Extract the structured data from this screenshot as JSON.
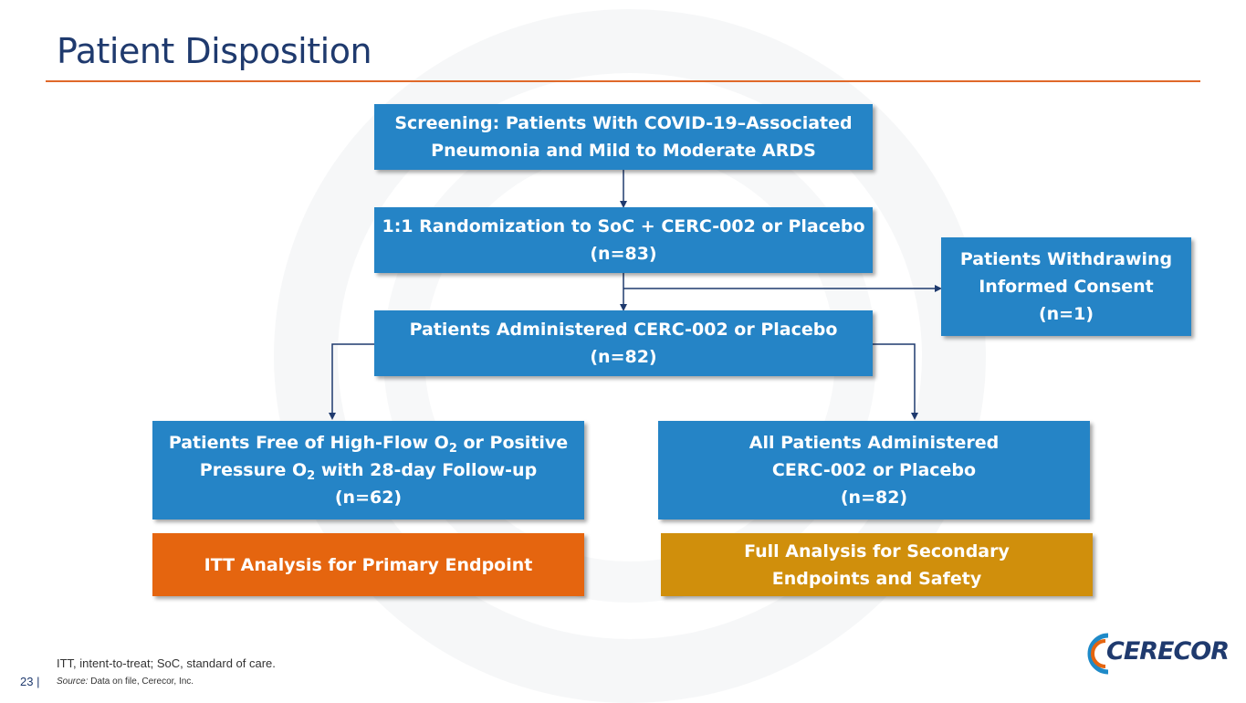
{
  "title": "Patient Disposition",
  "boxes": {
    "screening": [
      "Screening: Patients With COVID-19–Associated",
      "Pneumonia and Mild to Moderate ARDS"
    ],
    "randomization": [
      "1:1 Randomization to SoC + CERC-002 or Placebo",
      "(n=83)"
    ],
    "withdrawing": [
      "Patients Withdrawing",
      "Informed Consent",
      "(n=1)"
    ],
    "administered": [
      "Patients Administered CERC-002 or Placebo",
      "(n=82)"
    ],
    "free_of_high_flow": {
      "line1_pre": "Patients Free of High-Flow O",
      "line1_sub": "2",
      "line1_post": " or Positive",
      "line2_pre": "Pressure O",
      "line2_sub": "2",
      "line2_post": " with 28-day Follow-up",
      "line3": "(n=62)"
    },
    "all_administered": [
      "All Patients Administered",
      "CERC-002 or Placebo",
      "(n=82)"
    ],
    "itt_analysis": [
      "ITT Analysis for Primary Endpoint"
    ],
    "full_analysis": [
      "Full Analysis for Secondary",
      "Endpoints and Safety"
    ]
  },
  "footnote": "ITT, intent-to-treat; SoC, standard of care.",
  "source_label": "Source:",
  "source_text": " Data on file, Cerecor, Inc.",
  "page_number": "23 |",
  "logo_text": "CERECOR",
  "colors": {
    "title": "#1f3a6e",
    "rule": "#e0692a",
    "box_blue": "#2584c6",
    "box_orange": "#e5650f",
    "box_gold": "#d08f0c",
    "connector": "#1f3a6e"
  }
}
